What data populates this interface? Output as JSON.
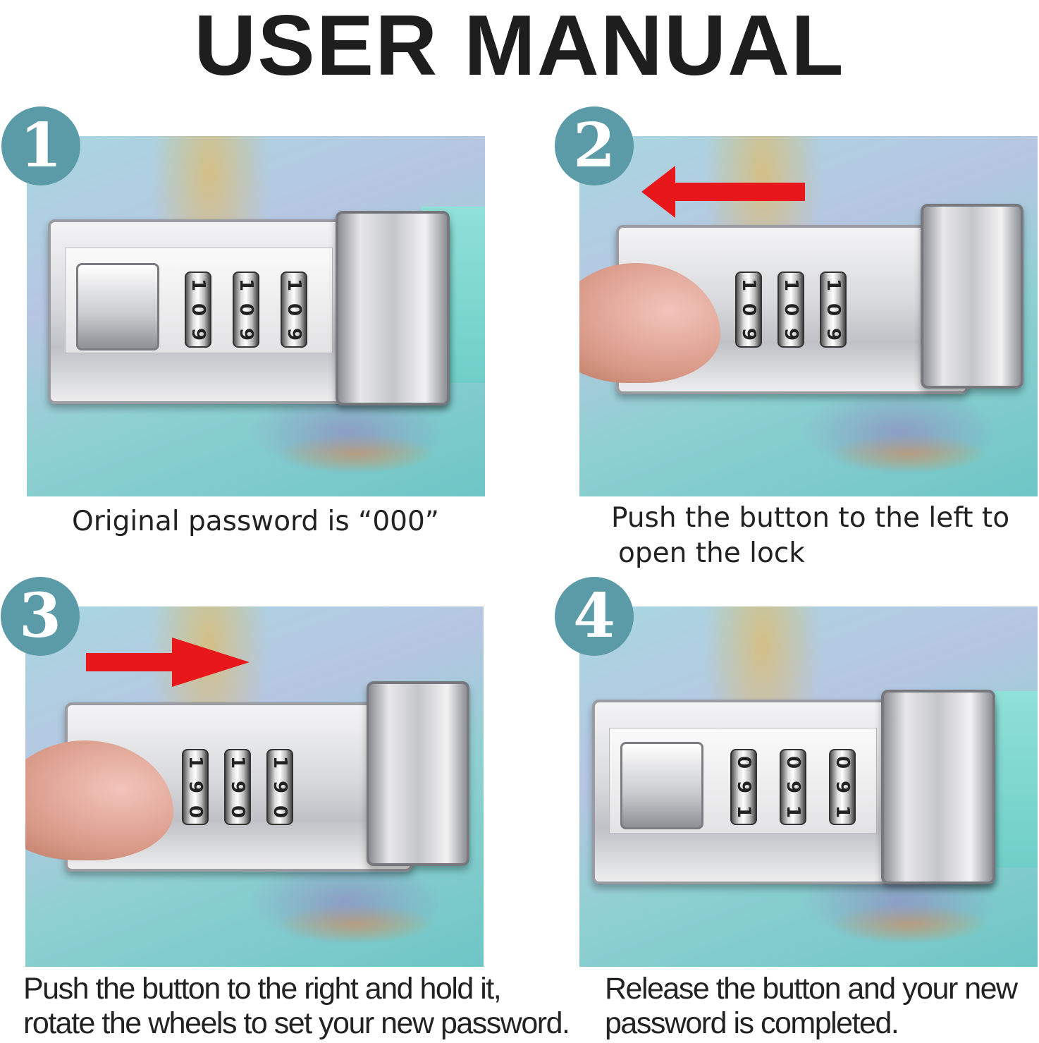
{
  "title": "USER MANUAL",
  "steps": [
    {
      "number": "1",
      "caption_lines": [
        "Original password is “000”"
      ],
      "wheels": [
        [
          "1",
          "0",
          "9"
        ],
        [
          "1",
          "0",
          "9"
        ],
        [
          "1",
          "0",
          "9"
        ]
      ]
    },
    {
      "number": "2",
      "caption_lines": [
        "Push the button to the left to",
        "open the lock"
      ],
      "wheels": [
        [
          "1",
          "0",
          "9"
        ],
        [
          "1",
          "0",
          "9"
        ],
        [
          "1",
          "0",
          "9"
        ]
      ]
    },
    {
      "number": "3",
      "caption_lines": [
        "Push the button to the right and hold it,",
        "rotate the wheels to set your new password."
      ],
      "wheels": [
        [
          "1",
          "9",
          "0"
        ],
        [
          "1",
          "9",
          "0"
        ],
        [
          "1",
          "9",
          "0"
        ]
      ]
    },
    {
      "number": "4",
      "caption_lines": [
        "Release the button and your new",
        "password is completed."
      ],
      "wheels": [
        [
          "0",
          "9",
          "1"
        ],
        [
          "0",
          "9",
          "1"
        ],
        [
          "0",
          "9",
          "1"
        ]
      ]
    }
  ],
  "colors": {
    "badge": "#5b9ba8",
    "arrow": "#e8171b"
  }
}
